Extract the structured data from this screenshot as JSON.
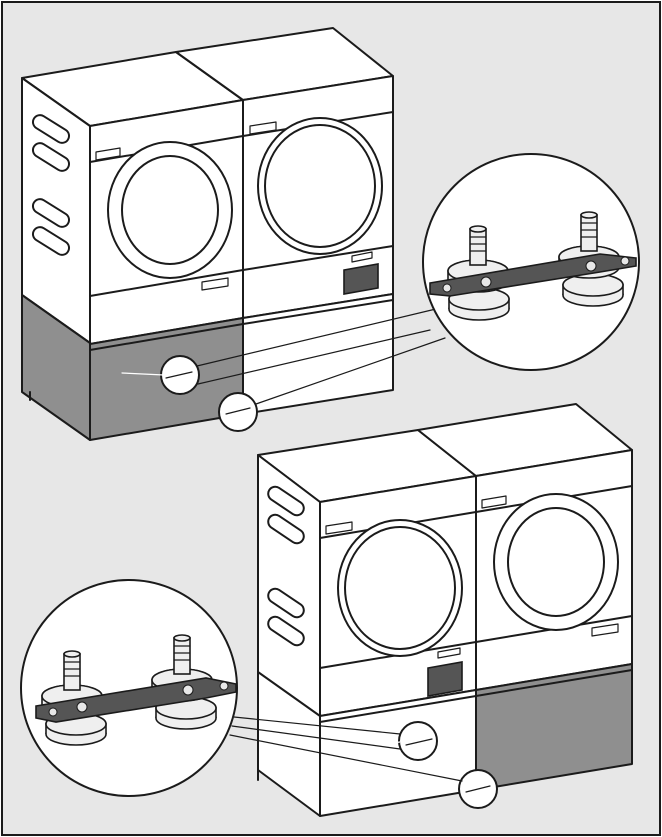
{
  "figure": {
    "background": "#e7e7e7",
    "frame_color": "#1b1b1b",
    "base_gray": "#8f8f8f",
    "bracket_gray": "#555555",
    "top_scene": {
      "left_appliance": "washer-stacked-on-gray-base",
      "right_appliance": "dryer-on-white-base",
      "callout": "connection-bracket-detail-right"
    },
    "bottom_scene": {
      "left_appliance": "dryer-on-white-base",
      "right_appliance": "washer-stacked-on-gray-base",
      "callout": "connection-bracket-detail-left"
    }
  }
}
